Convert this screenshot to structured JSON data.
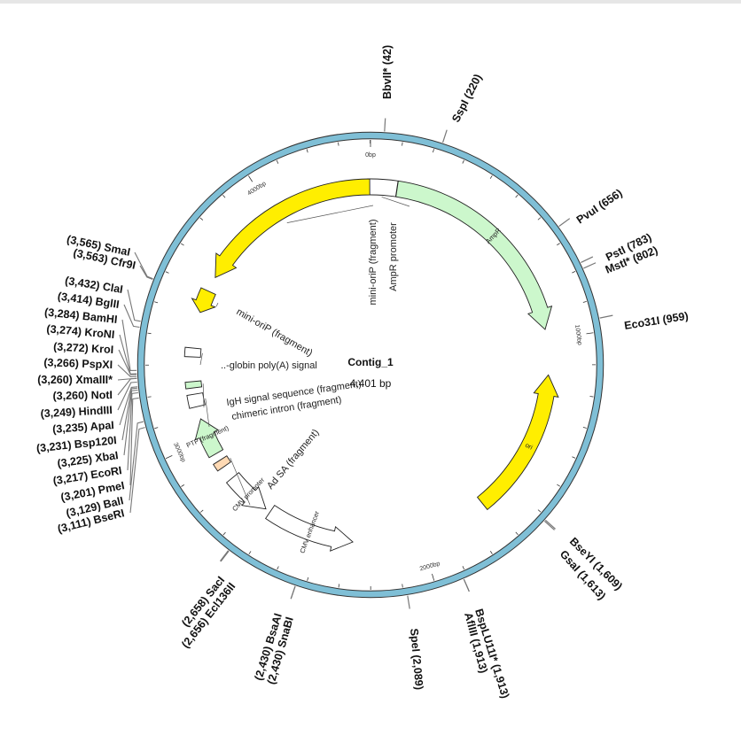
{
  "contig": {
    "name": "Contig_1",
    "length": "4,401 bp"
  },
  "ring_color": "#7fbfd6",
  "ticks": [
    {
      "label": "0bp",
      "bp": 0
    },
    {
      "label": "1000bp",
      "bp": 1000
    },
    {
      "label": "2000bp",
      "bp": 2000
    },
    {
      "label": "3000bp",
      "bp": 3000
    },
    {
      "label": "4000bp",
      "bp": 4000
    }
  ],
  "features": [
    {
      "name": "AmpR promoter",
      "label_text": "AmpR promoter",
      "kind": "box",
      "color": "#ffffff",
      "start": 4390,
      "end": 4505
    },
    {
      "name": "AmpR",
      "label_text": "AmpR",
      "kind": "arrow",
      "dir": "cw",
      "color": "#ccf7cc",
      "start": 105,
      "end": 960
    },
    {
      "name": "ori",
      "label_text": "ori",
      "kind": "arrow",
      "dir": "ccw",
      "color": "#ffee00",
      "start": 1140,
      "end": 1725
    },
    {
      "name": "CMV enhancer",
      "label_text": "CMV enhancer",
      "kind": "arrow",
      "dir": "ccw",
      "color": "#ffffff",
      "start": 2270,
      "end": 2620
    },
    {
      "name": "CMV promoter",
      "label_text": "CMV promoter",
      "kind": "arrow",
      "dir": "ccw",
      "color": "#ffffff",
      "start": 2640,
      "end": 2820
    },
    {
      "name": "Ad SA",
      "label_text": "Ad SA (fragment)",
      "kind": "box",
      "color": "#ffd9b3",
      "start": 2875,
      "end": 2905
    },
    {
      "name": "PTP",
      "label_text": "PTP (fragment)",
      "kind": "arrow",
      "dir": "cw",
      "color": "#ccf7cc",
      "start": 2935,
      "end": 3085
    },
    {
      "name": "chimeric intron",
      "label_text": "chimeric intron (fragment)",
      "kind": "box",
      "color": "#ffffff",
      "start": 3135,
      "end": 3185
    },
    {
      "name": "IgH signal sequence",
      "label_text": "IgH signal sequence (fragment)",
      "kind": "box",
      "color": "#ccf7cc",
      "start": 3210,
      "end": 3235
    },
    {
      "name": "globin polyA",
      "label_text": "..-globin poly(A) signal",
      "kind": "box",
      "color": "#ffffff",
      "start": 3332,
      "end": 3367
    },
    {
      "name": "mini-oriP lower",
      "label_text": "mini-oriP (fragment)",
      "kind": "arrow",
      "dir": "ccw",
      "color": "#ffee00",
      "start": 3510,
      "end": 3600
    },
    {
      "name": "mini-oriP upper",
      "label_text": "mini-oriP (fragment)",
      "kind": "arrow",
      "dir": "ccw",
      "color": "#ffee00",
      "start": 3660,
      "end": 4398
    }
  ],
  "sites": [
    {
      "text": "BbvII* (42)",
      "bp": 42
    },
    {
      "text": "SspI (220)",
      "bp": 220
    },
    {
      "text": "PvuI (656)",
      "bp": 656
    },
    {
      "text": "PstI (783)",
      "bp": 783
    },
    {
      "text": "MstI* (802)",
      "bp": 802
    },
    {
      "text": "Eco31I (959)",
      "bp": 959
    },
    {
      "text": "BseYI (1,609)",
      "bp": 1609
    },
    {
      "text": "GsaI (1,613)",
      "bp": 1613
    },
    {
      "text": "BspLU11I* (1,913)",
      "bp": 1913
    },
    {
      "text": "AflIII (1,913)",
      "bp": 1913
    },
    {
      "text": "SpeI (2,089)",
      "bp": 2089
    },
    {
      "text": "(2,430) BsaAI",
      "bp": 2430
    },
    {
      "text": "(2,430) SnaBI",
      "bp": 2430
    },
    {
      "text": "(2,658) SacI",
      "bp": 2658
    },
    {
      "text": "(2,656) Ecl136II",
      "bp": 2656
    },
    {
      "text": "(3,111) BseRI",
      "bp": 3111
    },
    {
      "text": "(3,129) BalI",
      "bp": 3129
    },
    {
      "text": "(3,201) PmeI",
      "bp": 3201
    },
    {
      "text": "(3,217) EcoRI",
      "bp": 3217
    },
    {
      "text": "(3,225) XbaI",
      "bp": 3225
    },
    {
      "text": "(3,231) Bsp120I",
      "bp": 3231
    },
    {
      "text": "(3,235) ApaI",
      "bp": 3235
    },
    {
      "text": "(3,249) HindIII",
      "bp": 3249
    },
    {
      "text": "(3,260) NotI",
      "bp": 3260
    },
    {
      "text": "(3,260) XmaIII*",
      "bp": 3260
    },
    {
      "text": "(3,266) PspXI",
      "bp": 3266
    },
    {
      "text": "(3,272) KroI",
      "bp": 3272
    },
    {
      "text": "(3,274) KroNI",
      "bp": 3274
    },
    {
      "text": "(3,284) BamHI",
      "bp": 3284
    },
    {
      "text": "(3,414) BglII",
      "bp": 3414
    },
    {
      "text": "(3,432) ClaI",
      "bp": 3432
    },
    {
      "text": "(3,563) Cfr9I",
      "bp": 3563
    },
    {
      "text": "(3,565) SmaI",
      "bp": 3565
    }
  ]
}
